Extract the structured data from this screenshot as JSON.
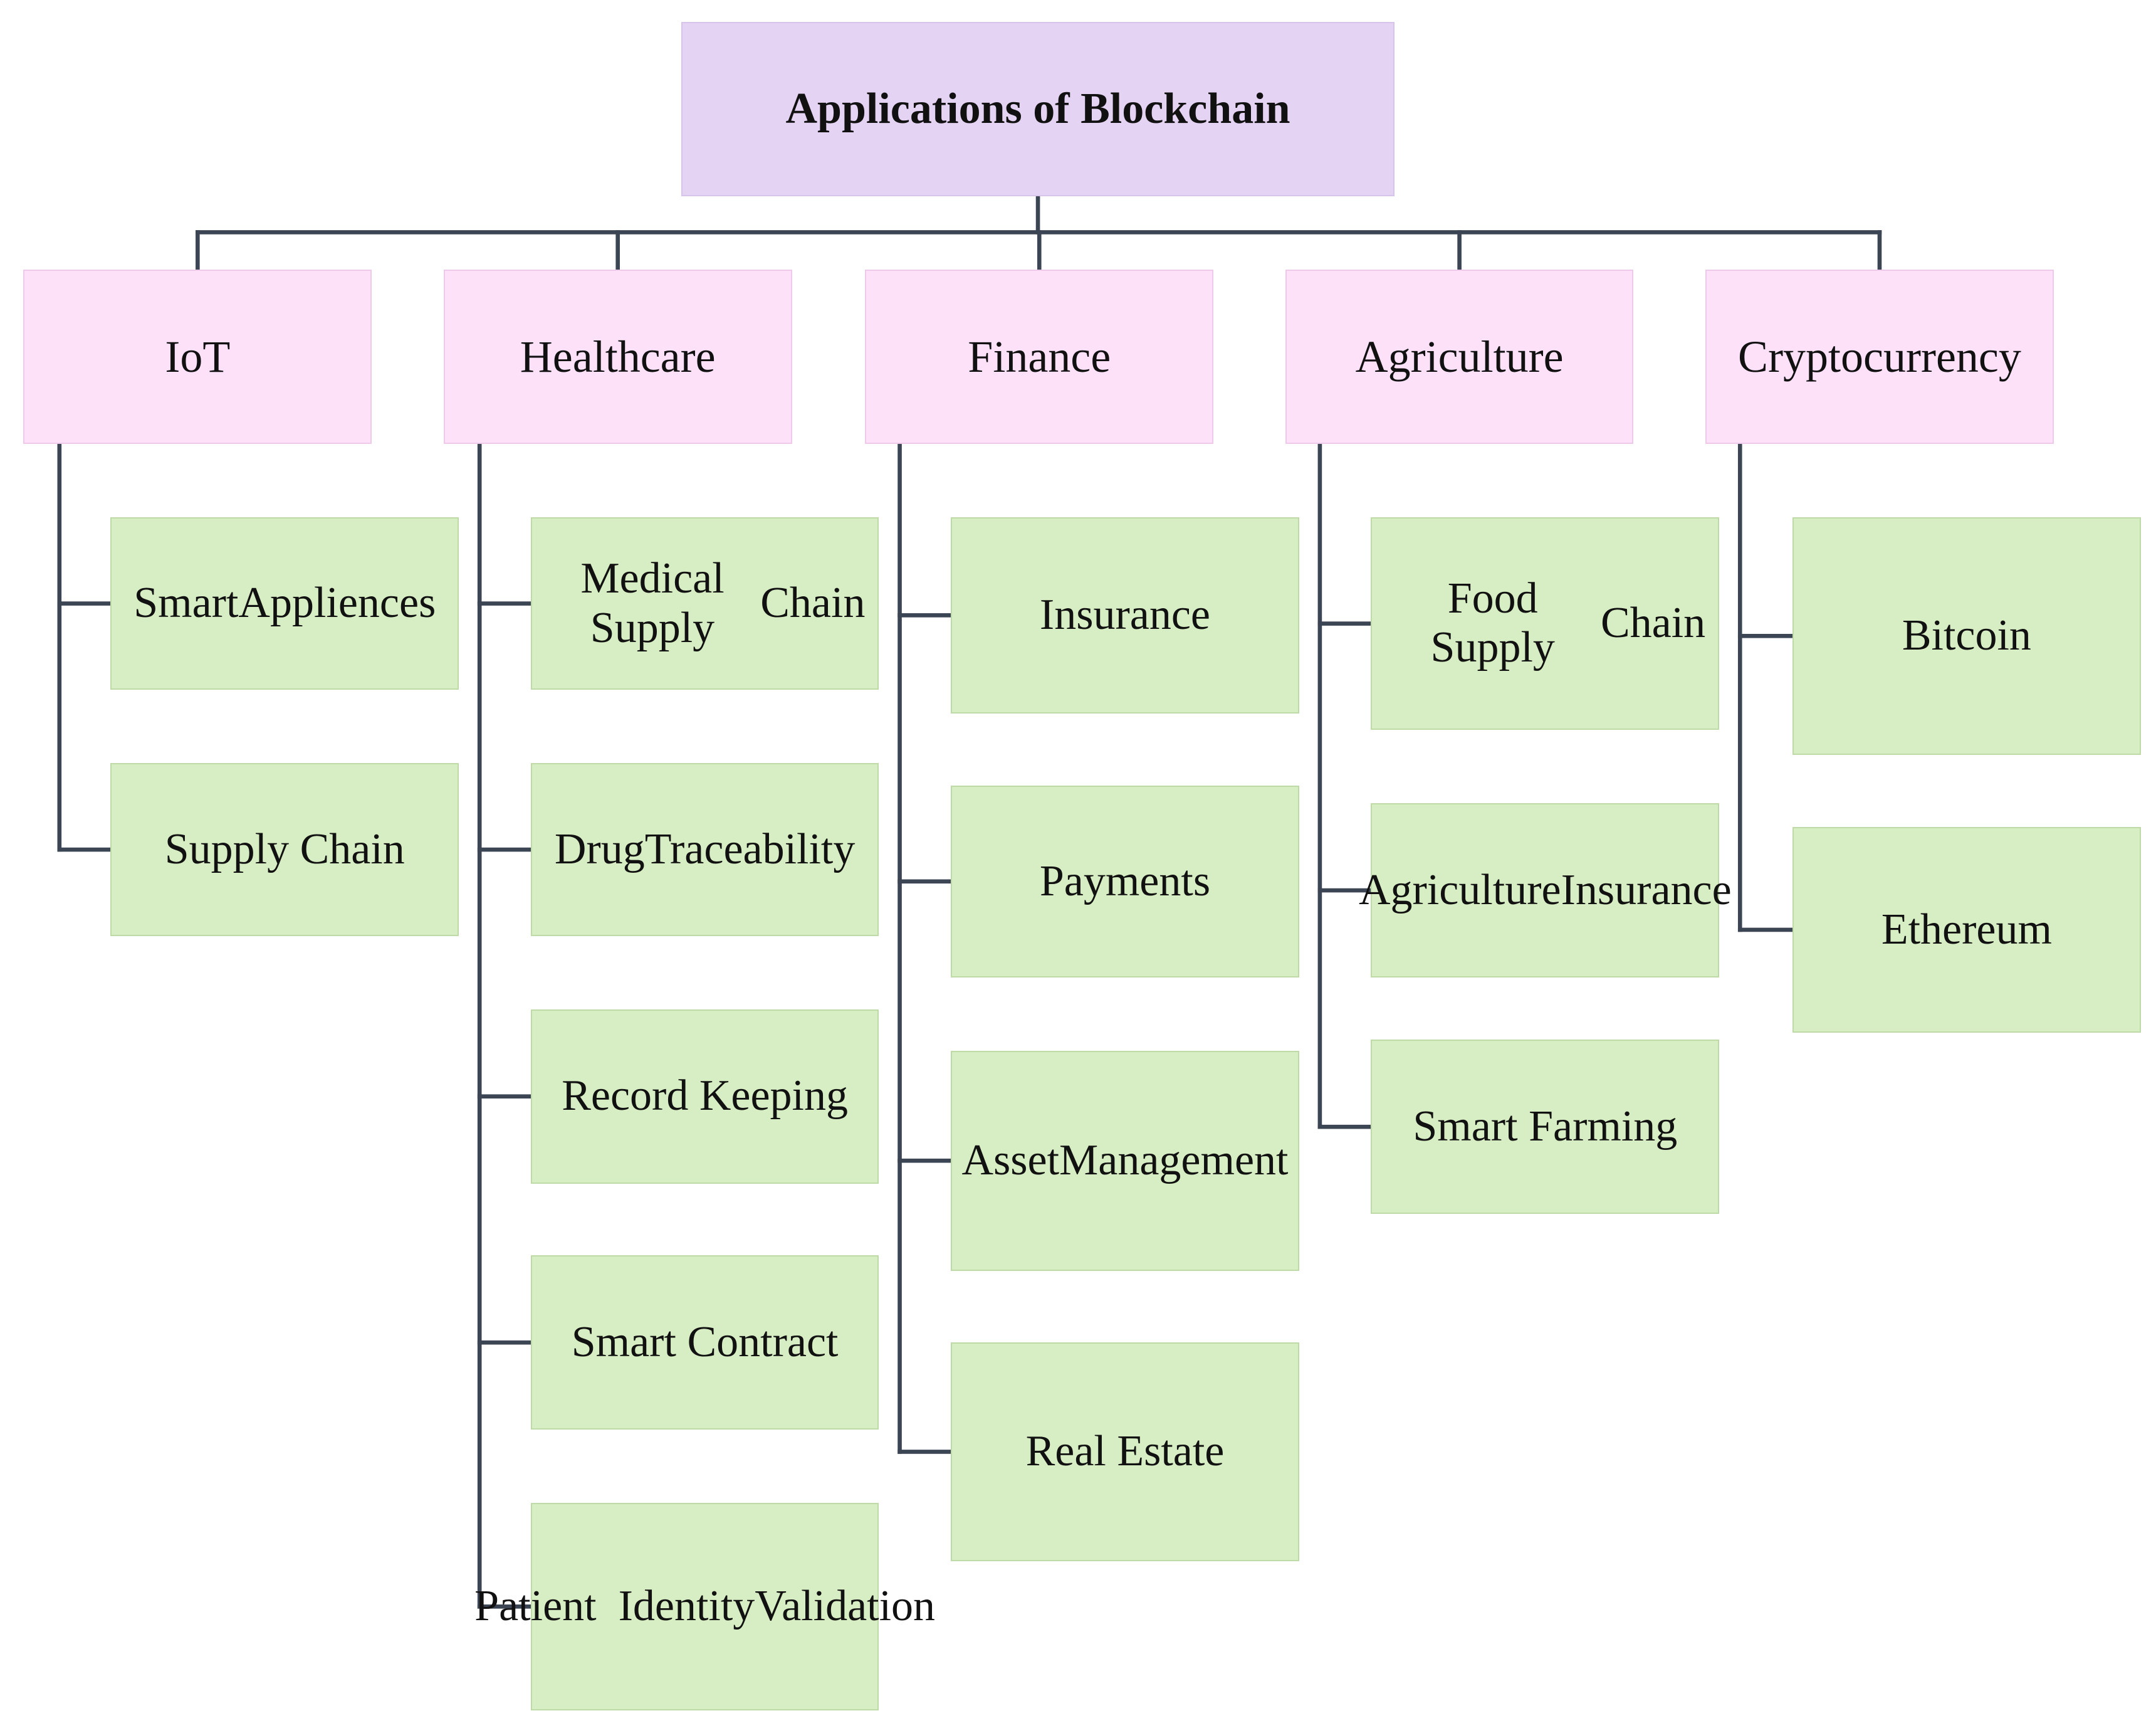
{
  "diagram": {
    "root": "Applications  of Blockchain",
    "categories": [
      {
        "id": "iot",
        "label": "IoT",
        "items": [
          "Smart Appliences",
          "Supply Chain"
        ]
      },
      {
        "id": "healthcare",
        "label": "Healthcare",
        "items": [
          "Medical Supply Chain",
          "Drug Traceability",
          "Record Keeping",
          "Smart Contract",
          "Patient  Identity Validation"
        ]
      },
      {
        "id": "finance",
        "label": "Finance",
        "items": [
          "Insurance",
          "Payments",
          "Asset Management",
          "Real Estate"
        ]
      },
      {
        "id": "agriculture",
        "label": "Agriculture",
        "items": [
          "Food Supply Chain",
          "Agriculture Insurance",
          "Smart Farming"
        ]
      },
      {
        "id": "cryptocurrency",
        "label": "Cryptocurrency",
        "items": [
          "Bitcoin",
          "Ethereum"
        ]
      }
    ]
  },
  "colors": {
    "root_fill": "#e5d3f3",
    "category_fill": "#fce1f8",
    "leaf_fill": "#d7edc3",
    "connector": "#3b4554"
  }
}
